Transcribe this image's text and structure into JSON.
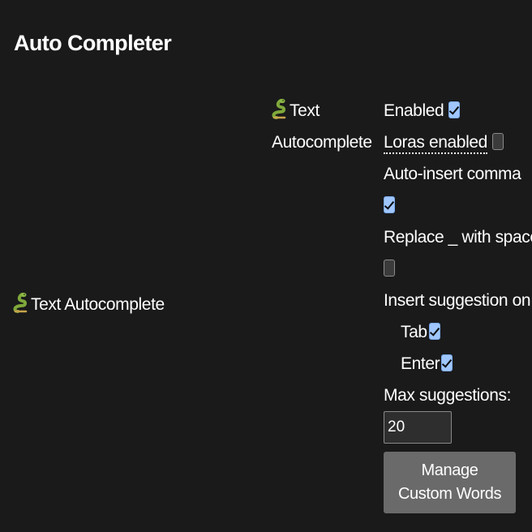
{
  "header": {
    "title": "Auto Completer"
  },
  "extension": {
    "name_top": "Text Autocomplete",
    "name_side": "Text Autocomplete",
    "icon": "snake-icon"
  },
  "settings": {
    "enabled": {
      "label": "Enabled",
      "checked": true
    },
    "loras_enabled": {
      "label": "Loras enabled",
      "checked": false
    },
    "auto_insert_comma": {
      "label": "Auto-insert comma",
      "checked": true
    },
    "replace_underscore": {
      "label": "Replace _ with space",
      "checked": false
    },
    "insert_suggestion_on": {
      "label": "Insert suggestion on:",
      "tab": {
        "label": "Tab",
        "checked": true
      },
      "enter": {
        "label": "Enter",
        "checked": true
      }
    },
    "max_suggestions": {
      "label": "Max suggestions:",
      "value": "20"
    },
    "manage_button": {
      "label": "Manage Custom Words"
    }
  },
  "colors": {
    "background": "#1a1a1b",
    "checkbox_checked": "#9fc6ff",
    "button_bg": "#6a6a6a"
  }
}
